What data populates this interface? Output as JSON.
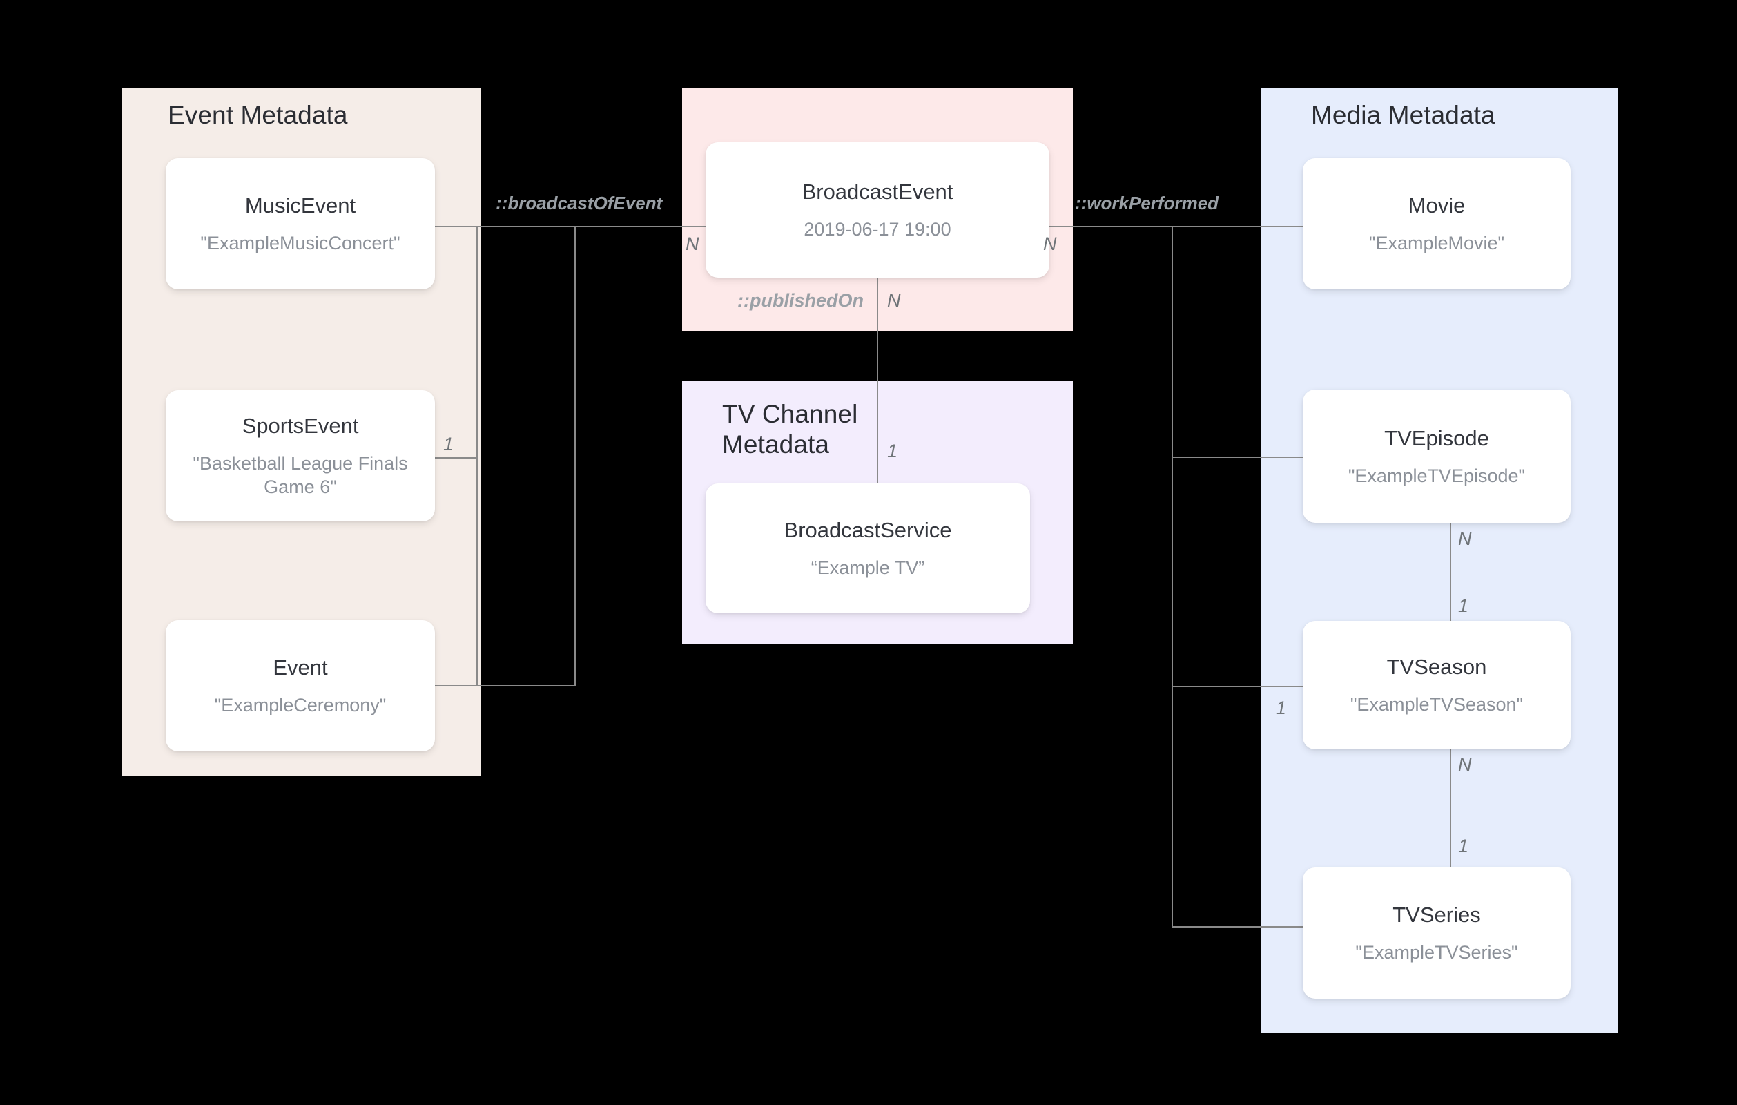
{
  "diagram": {
    "type": "entity-relationship-diagram",
    "background_color": "#000000",
    "groups": [
      {
        "id": "event-metadata",
        "title": "Event Metadata",
        "color": "#F5EDE8",
        "nodes": [
          {
            "id": "music-event",
            "type": "MusicEvent",
            "value": "\"ExampleMusicConcert\""
          },
          {
            "id": "sports-event",
            "type": "SportsEvent",
            "value": "\"Basketball League Finals Game 6\""
          },
          {
            "id": "event",
            "type": "Event",
            "value": "\"ExampleCeremony\""
          }
        ]
      },
      {
        "id": "broadcast-event-group",
        "title": "",
        "color": "#FDE9E9",
        "nodes": [
          {
            "id": "broadcast-event",
            "type": "BroadcastEvent",
            "value": "2019-06-17 19:00"
          }
        ]
      },
      {
        "id": "tv-channel-metadata",
        "title": "TV Channel\nMetadata",
        "color": "#F3EDFD",
        "nodes": [
          {
            "id": "broadcast-service",
            "type": "BroadcastService",
            "value": "“Example TV”"
          }
        ]
      },
      {
        "id": "media-metadata",
        "title": "Media Metadata",
        "color": "#E6EDFC",
        "nodes": [
          {
            "id": "movie",
            "type": "Movie",
            "value": "\"ExampleMovie\""
          },
          {
            "id": "tv-episode",
            "type": "TVEpisode",
            "value": "\"ExampleTVEpisode\""
          },
          {
            "id": "tv-season",
            "type": "TVSeason",
            "value": "\"ExampleTVSeason\""
          },
          {
            "id": "tv-series",
            "type": "TVSeries",
            "value": "\"ExampleTVSeries\""
          }
        ]
      }
    ],
    "relationships": [
      {
        "id": "broadcast-of-event",
        "label": "::broadcastOfEvent",
        "from": "event-metadata",
        "to": "broadcast-event",
        "source_cardinality": "1",
        "target_cardinality": "N"
      },
      {
        "id": "work-performed",
        "label": "::workPerformed",
        "from": "broadcast-event",
        "to": "media-metadata",
        "source_cardinality": "N",
        "target_cardinality": ""
      },
      {
        "id": "published-on",
        "label": "::publishedOn",
        "from": "broadcast-event",
        "to": "broadcast-service",
        "source_cardinality": "N",
        "target_cardinality": "1"
      },
      {
        "id": "episode-season",
        "label": "",
        "from": "tv-episode",
        "to": "tv-season",
        "source_cardinality": "N",
        "target_cardinality": "1"
      },
      {
        "id": "season-series",
        "label": "",
        "from": "tv-season",
        "to": "tv-series",
        "source_cardinality": "N",
        "target_cardinality": "1"
      },
      {
        "id": "media-work",
        "label": "",
        "from": "media-metadata",
        "to": "broadcast-event",
        "source_cardinality": "1",
        "target_cardinality": ""
      }
    ],
    "cardinality_labels": {
      "broadcast_event_left": "N",
      "broadcast_event_right": "N",
      "broadcast_event_bottom": "N",
      "sports_event_right": "1",
      "broadcast_service_top": "1",
      "tv_episode_bottom": "N",
      "tv_season_top": "1",
      "tv_season_left": "1",
      "tv_season_bottom": "N",
      "tv_series_top": "1"
    }
  }
}
